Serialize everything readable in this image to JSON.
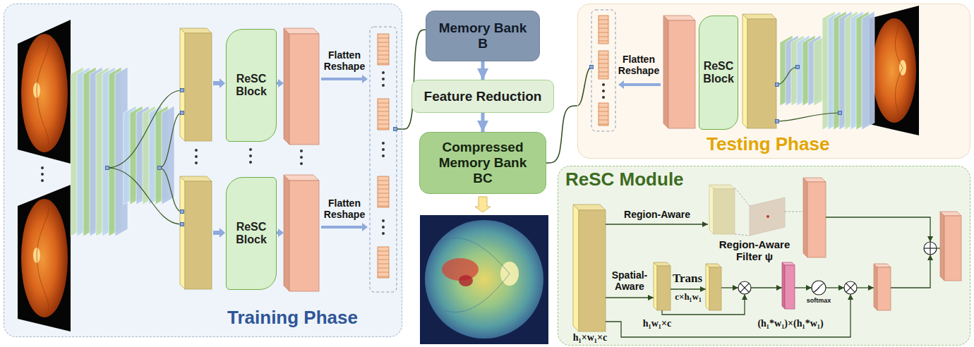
{
  "diagram": {
    "nodes": [
      {
        "text": [
          "Training Phase"
        ]
      },
      {
        "text": [
          "ReSC Block"
        ],
        "in": 0
      },
      {
        "text": [
          "ReSC Block"
        ],
        "in": 0
      },
      {
        "text": [
          "Memory Bank",
          "B"
        ]
      },
      {
        "text": [
          "Feature Reduction"
        ]
      },
      {
        "text": [
          "Compressed Memory Bank",
          "BC"
        ]
      },
      {
        "text": [
          "Testing Phase"
        ]
      },
      {
        "text": [
          "ReSC Block"
        ],
        "in": 6
      },
      {
        "text": [
          "ReSC Module"
        ]
      }
    ],
    "edges": [
      {
        "from": 0,
        "to": 3,
        "arrow": "none"
      },
      {
        "from": 3,
        "to": 4,
        "arrow": "to"
      },
      {
        "from": 4,
        "to": 5,
        "arrow": "to"
      },
      {
        "from": 5,
        "to": 6,
        "arrow": "none"
      }
    ],
    "labels": [
      "Flatten Reshape",
      "Flatten Reshape",
      "Flatten Reshape",
      "Region-Aware",
      "Region-Aware Filter ψ",
      "Spatial-Aware",
      "Trans",
      "h₁w₁×c",
      "c×h₁w₁",
      "(h₁*w₁)×(h₁*w₁)",
      "softmax",
      "h₁×w₁×c"
    ]
  }
}
